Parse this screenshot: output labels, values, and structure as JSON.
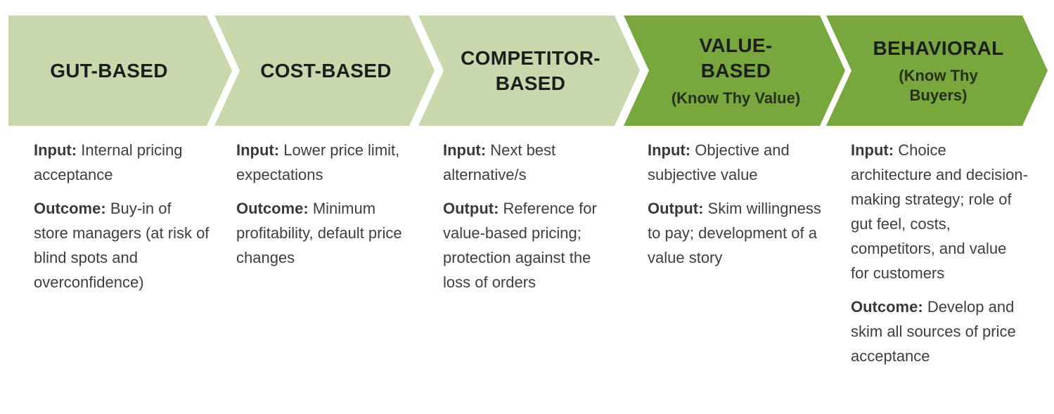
{
  "stages": [
    {
      "title": "GUT-BASED",
      "subtitle": "",
      "sections": [
        {
          "label": "Input:",
          "text": "Internal pricing acceptance"
        },
        {
          "label": "Outcome:",
          "text": "Buy-in of store managers (at risk of blind spots and overconfidence)"
        }
      ]
    },
    {
      "title": "COST-BASED",
      "subtitle": "",
      "sections": [
        {
          "label": "Input:",
          "text": "Lower price limit, expectations"
        },
        {
          "label": "Outcome:",
          "text": "Minimum profitability, default price changes"
        }
      ]
    },
    {
      "title": "COMPETITOR-\nBASED",
      "subtitle": "",
      "sections": [
        {
          "label": "Input:",
          "text": "Next best alternative/s"
        },
        {
          "label": "Output:",
          "text": "Reference for value-based pricing; protection against the loss of orders"
        }
      ]
    },
    {
      "title": "VALUE-\nBASED",
      "subtitle": "(Know Thy Value)",
      "sections": [
        {
          "label": "Input:",
          "text": "Objective and subjective value"
        },
        {
          "label": "Output:",
          "text": "Skim willingness to pay; development of a value story"
        }
      ]
    },
    {
      "title": "BEHAVIORAL",
      "subtitle": "(Know Thy\nBuyers)",
      "sections": [
        {
          "label": "Input:",
          "text": "Choice architecture and decision-making strategy; role of gut feel, costs, competitors, and value for customers"
        },
        {
          "label": "Outcome:",
          "text": "Develop and skim all sources of price acceptance"
        }
      ]
    }
  ],
  "colors": {
    "stage_light_green": "#c9d7ac",
    "stage_dark_green": "#78a73e",
    "heading_text": "#1d1d1d",
    "body_text": "#3e3e3e",
    "background": "#ffffff"
  }
}
